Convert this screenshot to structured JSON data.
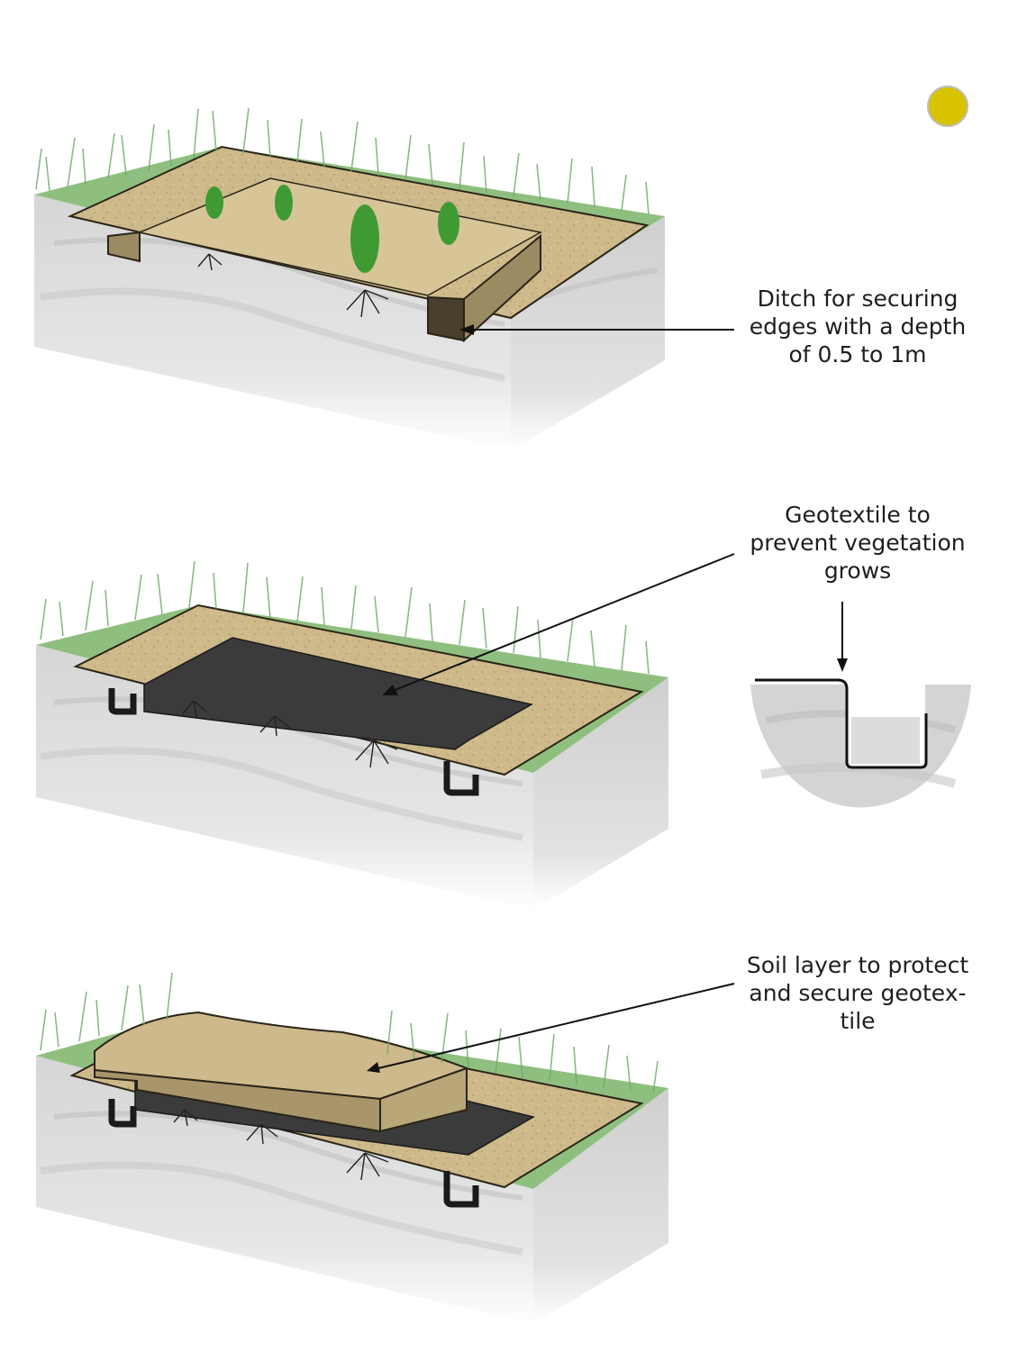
{
  "labels": {
    "ditch": "Ditch for securing\nedges with a depth\nof 0.5 to 1m",
    "geotextile": "Geotextile to\nprevent vegetation\ngrows",
    "soil": "Soil layer to protect\nand secure geotex-\ntile"
  },
  "colors": {
    "indicator": "#d8c300",
    "soil": "#cdb98b",
    "soil_edge": "#2a2418",
    "trench": "#9b8b62",
    "geotextile": "#3b3b3b",
    "rock": "#cfcfcf",
    "grass": "#6fa86a",
    "plant": "#3f9a34",
    "leader": "#111111"
  }
}
